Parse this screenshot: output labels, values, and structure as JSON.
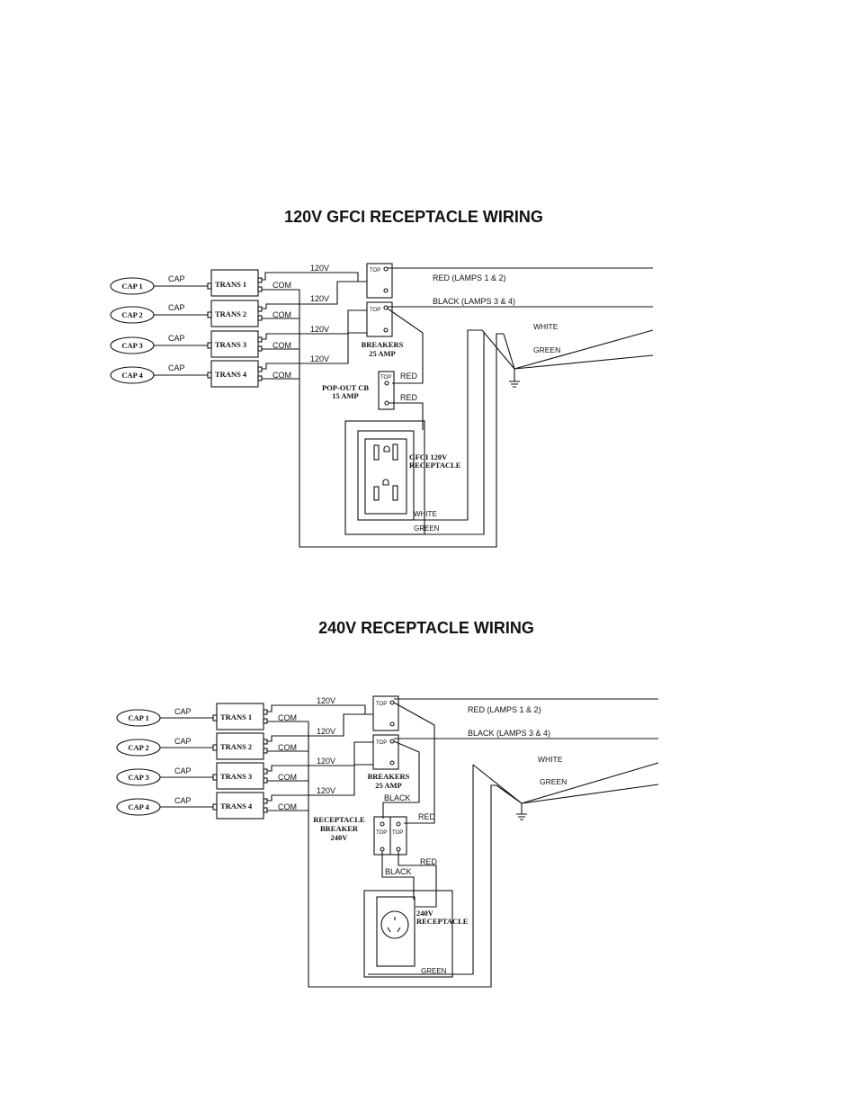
{
  "diagram1": {
    "title": "120V GFCI RECEPTACLE WIRING",
    "caps": [
      "CAP 1",
      "CAP 2",
      "CAP 3",
      "CAP 4"
    ],
    "cap_wire_label": "CAP",
    "transformers": [
      "TRANS 1",
      "TRANS 2",
      "TRANS 3",
      "TRANS 4"
    ],
    "com_label": "COM",
    "volt_label": "120V",
    "top_label": "TOP",
    "breakers_label": [
      "BREAKERS",
      "25 AMP"
    ],
    "popout_label": [
      "POP-OUT CB",
      "15 AMP"
    ],
    "receptacle_label": [
      "GFCI 120V",
      "RECEPTACLE"
    ],
    "wires": {
      "red": "RED (LAMPS 1 & 2)",
      "black": "BLACK (LAMPS 3 & 4)",
      "white": "WHITE",
      "green": "GREEN",
      "red_short": "RED"
    }
  },
  "diagram2": {
    "title": "240V RECEPTACLE WIRING",
    "caps": [
      "CAP 1",
      "CAP 2",
      "CAP 3",
      "CAP 4"
    ],
    "cap_wire_label": "CAP",
    "transformers": [
      "TRANS 1",
      "TRANS 2",
      "TRANS 3",
      "TRANS 4"
    ],
    "com_label": "COM",
    "volt_label": "120V",
    "top_label": "TOP",
    "breakers_label": [
      "BREAKERS",
      "25 AMP"
    ],
    "receptacle_breaker_label": [
      "RECEPTACLE",
      "BREAKER",
      "240V"
    ],
    "receptacle_label": [
      "240V",
      "RECEPTACLE"
    ],
    "wires": {
      "red": "RED (LAMPS 1 & 2)",
      "black": "BLACK (LAMPS 3 & 4)",
      "white": "WHITE",
      "green": "GREEN",
      "red_short": "RED",
      "black_short": "BLACK"
    }
  }
}
